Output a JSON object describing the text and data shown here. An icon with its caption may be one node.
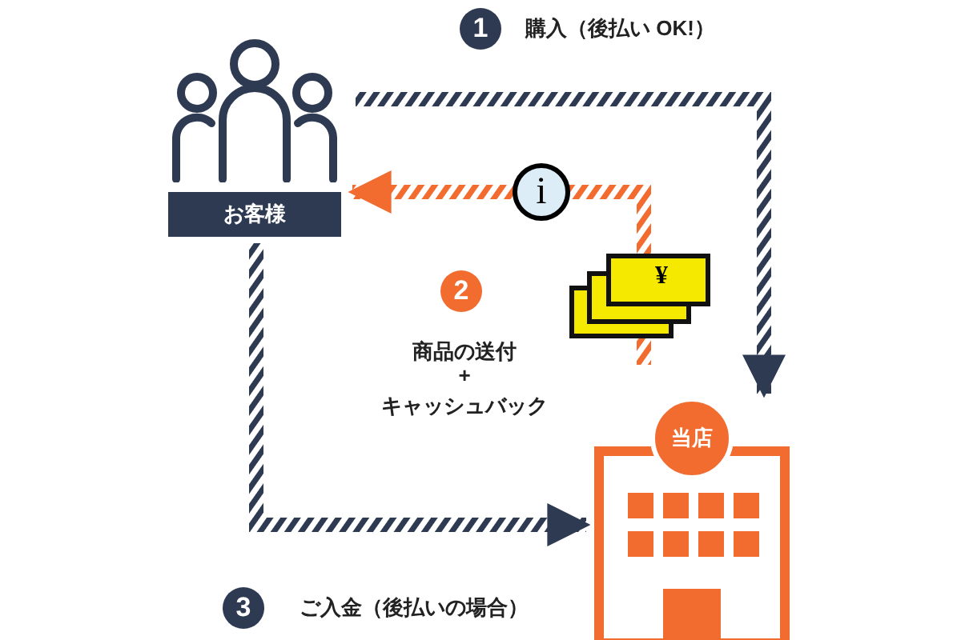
{
  "diagram": {
    "nodes": [
      {
        "text": [
          "お客様"
        ]
      },
      {
        "text": [
          "当店"
        ]
      }
    ],
    "edges": [
      {
        "from": 0,
        "to": 1,
        "arrow": "to",
        "style": "dashed"
      },
      {
        "from": null,
        "to": 0,
        "arrow": "to",
        "style": "dashed",
        "color": "#f26b2f"
      },
      {
        "from": 0,
        "to": 1,
        "arrow": "to",
        "style": "dashed"
      }
    ],
    "labels": [
      "1",
      "購入（後払い OK!）",
      "i",
      "¥",
      "2",
      "商品の送付",
      "+",
      "キャッシュバック",
      "3",
      "ご入金（後払いの場合）"
    ]
  }
}
